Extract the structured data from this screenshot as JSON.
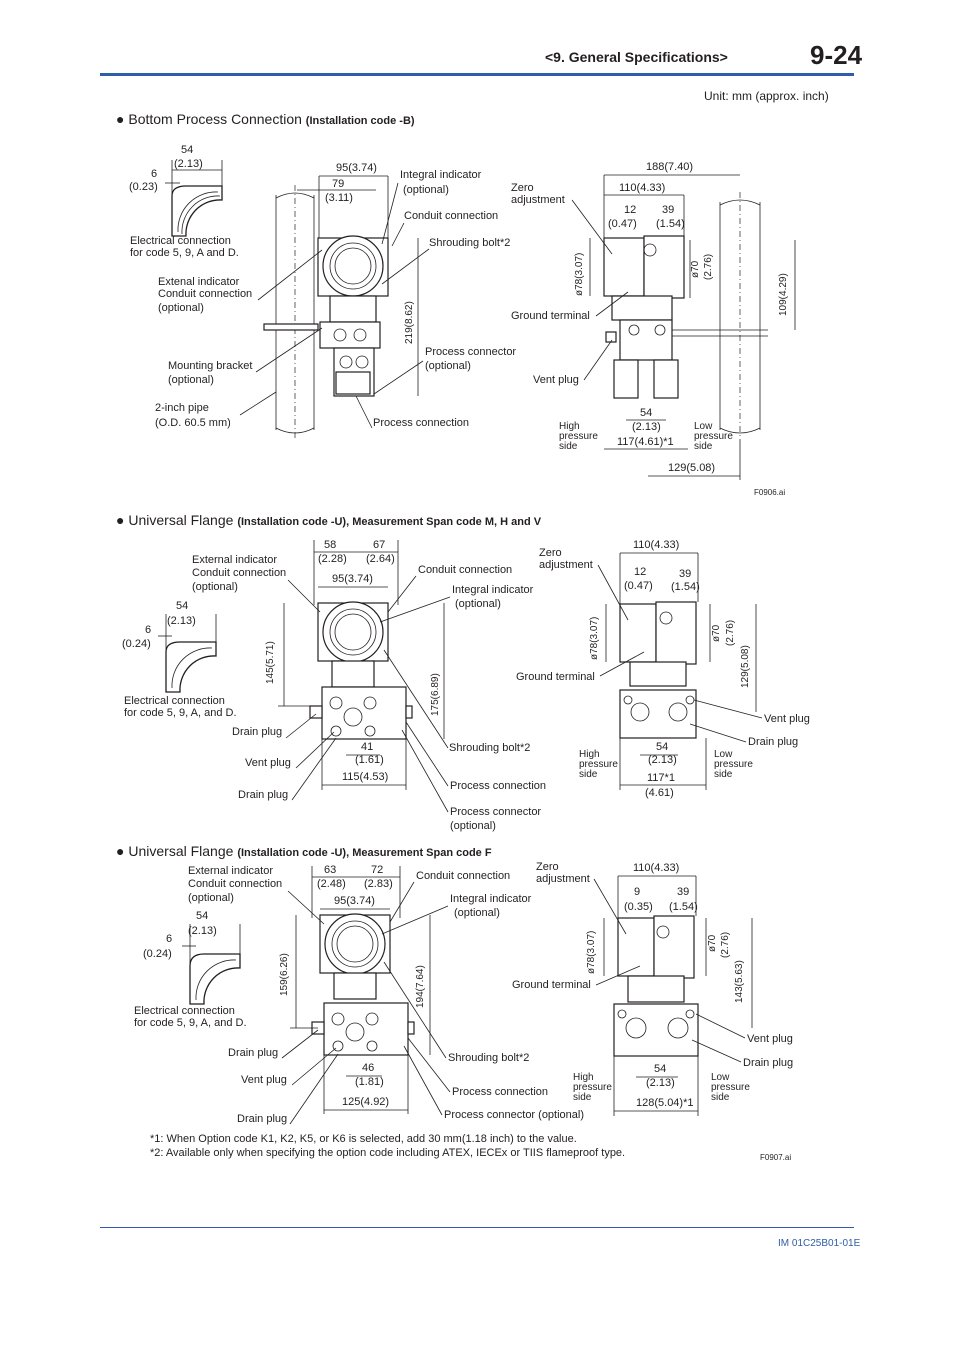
{
  "header": {
    "section_title": "<9.  General Specifications>",
    "page_number": "9-24"
  },
  "unit_note": "Unit: mm (approx. inch)",
  "sections": [
    {
      "bullet": "●",
      "title": "Bottom Process Connection",
      "qualifier": "(Installation code -B)",
      "figure_id": "F0906.ai",
      "labels": {
        "d54": "54",
        "d54in": "(2.13)",
        "d6": "6",
        "d6in": "(0.23)",
        "d95": "95(3.74)",
        "d79": "79",
        "d79in": "(3.11)",
        "integral_indicator": "Integral indicator",
        "optional": "(optional)",
        "conduit_connection": "Conduit connection",
        "shrouding_bolt": "Shrouding bolt*2",
        "electrical_connection": "Electrical connection",
        "for_code": "for code 5, 9, A and D.",
        "extenal_indicator": "Extenal indicator",
        "conduit_connection2": "Conduit connection",
        "optional2": "(optional)",
        "d219": "219(8.62)",
        "mounting_bracket": "Mounting bracket",
        "optional3": "(optional)",
        "process_connector": "Process connector",
        "optional4": "(optional)",
        "pipe": "2-inch pipe",
        "pipe_od": "(O.D. 60.5 mm)",
        "process_connection": "Process connection",
        "d188": "188(7.40)",
        "zero": "Zero",
        "adjustment": "adjustment",
        "d110": "110(4.33)",
        "d12": "12",
        "d12in": "(0.47)",
        "d39": "39",
        "d39in": "(1.54)",
        "phi78": "ø78(3.07)",
        "phi70": "ø70",
        "phi70in": "(2.76)",
        "d109": "109(4.29)",
        "ground_terminal": "Ground terminal",
        "vent_plug": "Vent plug",
        "d54b": "54",
        "d54bin": "(2.13)",
        "high": "High",
        "pressure": "pressure",
        "side": "side",
        "low": "Low",
        "pressure2": "pressure",
        "side2": "side",
        "d117": "117(4.61)*1",
        "d129": "129(5.08)"
      }
    },
    {
      "bullet": "●",
      "title": "Universal Flange",
      "qualifier": "(Installation code -U), Measurement Span code M, H and V",
      "labels": {
        "d58": "58",
        "d58in": "(2.28)",
        "d67": "67",
        "d67in": "(2.64)",
        "external_indicator": "External indicator",
        "conduit_connection": "Conduit connection",
        "optional": "(optional)",
        "d95": "95(3.74)",
        "conduit_connection2": "Conduit connection",
        "integral_indicator": "Integral indicator",
        "optional2": "(optional)",
        "d54": "54",
        "d54in": "(2.13)",
        "d6": "6",
        "d6in": "(0.24)",
        "d145": "145(5.71)",
        "d175": "175(6.89)",
        "electrical_connection": "Electrical connection",
        "for_code": "for code 5, 9, A, and D.",
        "drain_plug": "Drain plug",
        "vent_plug": "Vent plug",
        "drain_plug2": "Drain plug",
        "d41": "41",
        "d41in": "(1.61)",
        "d115": "115(4.53)",
        "shrouding_bolt": "Shrouding bolt*2",
        "process_connection": "Process connection",
        "process_connector": "Process connector",
        "optional3": "(optional)",
        "zero": "Zero",
        "adjustment": "adjustment",
        "d110": "110(4.33)",
        "d12": "12",
        "d12in": "(0.47)",
        "d39": "39",
        "d39in": "(1.54)",
        "phi78": "ø78(3.07)",
        "phi70": "ø70",
        "phi70in": "(2.76)",
        "d129": "129(5.08)",
        "ground_terminal": "Ground terminal",
        "vent_plug_r": "Vent plug",
        "drain_plug_r": "Drain plug",
        "d54b": "54",
        "d54bin": "(2.13)",
        "high": "High",
        "pressure": "pressure",
        "side": "side",
        "low": "Low",
        "pressure2": "pressure",
        "side2": "side",
        "d117": "117*1",
        "d117in": "(4.61)"
      }
    },
    {
      "bullet": "●",
      "title": "Universal Flange",
      "qualifier": "(Installation code -U), Measurement Span code F",
      "figure_id": "F0907.ai",
      "labels": {
        "d63": "63",
        "d63in": "(2.48)",
        "d72": "72",
        "d72in": "(2.83)",
        "external_indicator": "External indicator",
        "conduit_connection": "Conduit connection",
        "optional": "(optional)",
        "d95": "95(3.74)",
        "conduit_connection2": "Conduit connection",
        "integral_indicator": "Integral indicator",
        "optional2": "(optional)",
        "d54": "54",
        "d54in": "(2.13)",
        "d6": "6",
        "d6in": "(0.24)",
        "d159": "159(6.26)",
        "d194": "194(7.64)",
        "electrical_connection": "Electrical connection",
        "for_code": "for code 5, 9, A, and D.",
        "drain_plug": "Drain plug",
        "vent_plug": "Vent plug",
        "drain_plug2": "Drain plug",
        "d46": "46",
        "d46in": "(1.81)",
        "d125": "125(4.92)",
        "shrouding_bolt": "Shrouding bolt*2",
        "process_connection": "Process connection",
        "process_connector": "Process connector (optional)",
        "zero": "Zero",
        "adjustment": "adjustment",
        "d110": "110(4.33)",
        "d9": "9",
        "d9in": "(0.35)",
        "d39": "39",
        "d39in": "(1.54)",
        "phi78": "ø78(3.07)",
        "phi70": "ø70",
        "phi70in": "(2.76)",
        "d143": "143(5.63)",
        "ground_terminal": "Ground terminal",
        "vent_plug_r": "Vent plug",
        "drain_plug_r": "Drain plug",
        "d54b": "54",
        "d54bin": "(2.13)",
        "high": "High",
        "pressure": "pressure",
        "side": "side",
        "low": "Low",
        "pressure2": "pressure",
        "side2": "side",
        "d128": "128(5.04)*1"
      }
    }
  ],
  "notes": [
    "*1:  When Option code K1, K2, K5, or K6 is selected, add 30 mm(1.18 inch) to the value.",
    "*2:  Available only when specifying the option code including ATEX, IECEx or TIIS flameproof type."
  ],
  "footer": {
    "doc_number": "IM 01C25B01-01E"
  }
}
